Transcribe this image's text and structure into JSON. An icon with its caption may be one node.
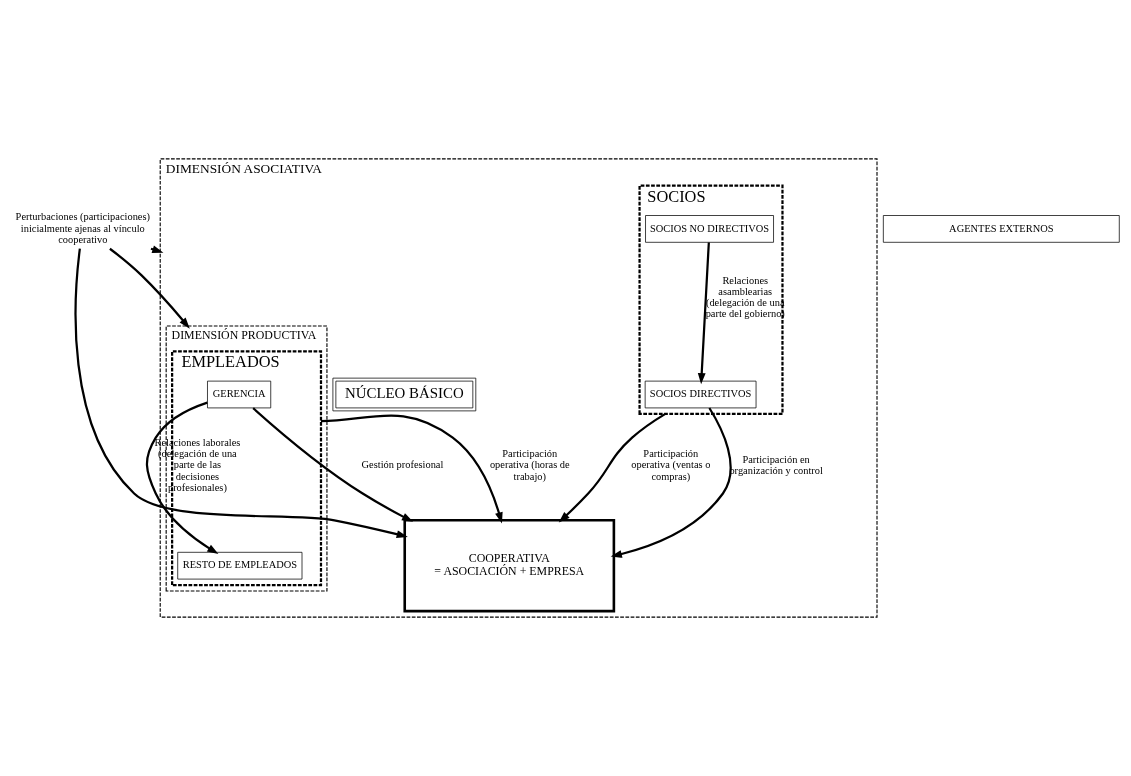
{
  "diagram": {
    "nodes": [
      {
        "text": [
          "DIMENSIÓN ASOCIATIVA"
        ]
      },
      {
        "text": [
          "NÚCLEO BÁSICO"
        ],
        "in": 0
      },
      {
        "text": [
          "DIMENSIÓN PRODUCTIVA"
        ],
        "in": 0
      },
      {
        "text": [
          "SOCIOS"
        ],
        "in": 0
      },
      {
        "text": [
          "SOCIOS DIRECTIVOS"
        ],
        "in": 3
      },
      {
        "text": [
          "COOPERATIVA",
          "= ASOCIACIÓN + EMPRESA"
        ],
        "in": 0
      },
      {
        "text": [
          "EMPLEADOS"
        ],
        "in": 2
      },
      {
        "text": [
          "GERENCIA"
        ],
        "in": 6
      },
      {
        "text": [
          "SOCIOS NO DIRECTIVOS"
        ],
        "in": 3
      },
      {
        "text": [
          "RESTO DE EMPLEADOS"
        ],
        "in": 6
      },
      {
        "text": [
          "Perturbaciones (participaciones) inicialmente ajenas al vínculo cooperativo"
        ]
      },
      {
        "text": [
          "AGENTES EXTERNOS"
        ]
      }
    ],
    "edges": [
      {
        "from": 4,
        "to": 5,
        "arrow": "to",
        "label": "Participación en organización y control"
      },
      {
        "from": 7,
        "to": 5,
        "arrow": "to",
        "label": "Gestión profesional"
      },
      {
        "from": 8,
        "to": 4,
        "arrow": "to",
        "label": "Relaciones asamblearias (delegación de una parte del gobierno)"
      },
      {
        "from": 7,
        "to": 9,
        "arrow": "to",
        "label": "Relaciones laborales (delegación de una parte de las decisiones profesionales)"
      },
      {
        "from": 3,
        "to": 5,
        "arrow": "to",
        "label": "Participación operativa (ventas o compras)"
      },
      {
        "from": 6,
        "to": 5,
        "arrow": "to",
        "label": "Participación operativa (horas de trabajo)"
      },
      {
        "from": 10,
        "to": 0,
        "arrow": "to"
      },
      {
        "from": 10,
        "to": 5,
        "arrow": "to"
      },
      {
        "from": 10,
        "to": 2,
        "arrow": "to"
      }
    ]
  }
}
